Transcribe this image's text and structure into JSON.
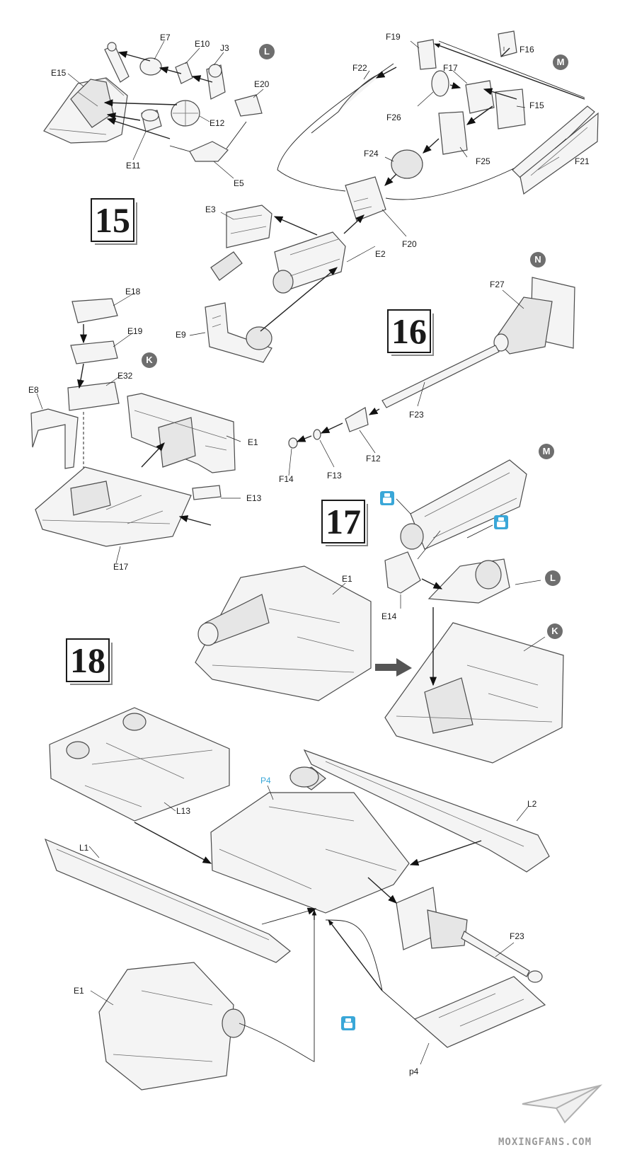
{
  "steps": [
    "15",
    "16",
    "17",
    "18"
  ],
  "sub_assemblies": {
    "L": "L",
    "M": "M",
    "K": "K",
    "N": "N"
  },
  "parts": {
    "E7": "E7",
    "E10": "E10",
    "J3": "J3",
    "E15": "E15",
    "E20": "E20",
    "E12": "E12",
    "E11": "E11",
    "E5": "E5",
    "F19": "F19",
    "F16": "F16",
    "F22": "F22",
    "F17": "F17",
    "F15": "F15",
    "F26": "F26",
    "F21": "F21",
    "F24": "F24",
    "F25": "F25",
    "E3": "E3",
    "E2": "E2",
    "F20": "F20",
    "E9": "E9",
    "E18": "E18",
    "E19": "E19",
    "F27": "F27",
    "E32": "E32",
    "E8": "E8",
    "E1": "E1",
    "F23": "F23",
    "E13": "E13",
    "F14": "F14",
    "F13": "F13",
    "F12": "F12",
    "E17": "E17",
    "E1b": "E1",
    "E14": "E14",
    "P4": "P4",
    "L13": "L13",
    "L2": "L2",
    "L1": "L1",
    "F23b": "F23",
    "E1c": "E1",
    "p4": "p4"
  },
  "icons": {
    "glue": "cement-icon"
  },
  "watermark": "MOXINGFANS.COM",
  "colors": {
    "accent": "#3aa7d8",
    "callout": "#6e6e6e"
  }
}
